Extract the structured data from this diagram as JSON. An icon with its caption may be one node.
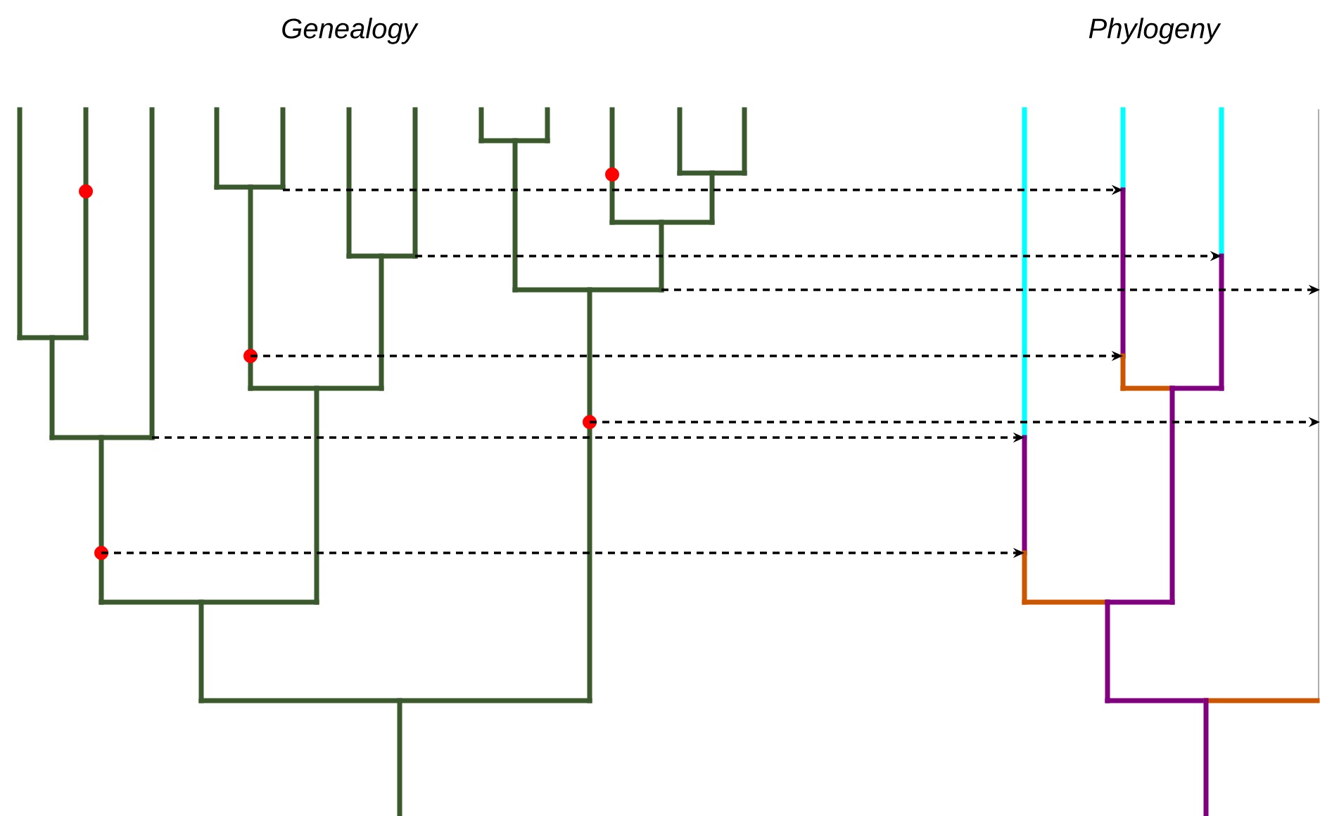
{
  "diagram": {
    "nodes": [
      {
        "text": [],
        "shape": "tree"
      },
      {
        "text": [],
        "shape": "tree"
      }
    ],
    "edges": [
      {
        "from": 0,
        "to": 1,
        "arrow": "to",
        "style": "dashed"
      },
      {
        "from": 0,
        "to": 1,
        "arrow": "to",
        "style": "dashed"
      },
      {
        "from": 0,
        "to": 1,
        "arrow": "to",
        "style": "dashed"
      },
      {
        "from": 0,
        "to": 1,
        "arrow": "to",
        "style": "dashed"
      },
      {
        "from": 0,
        "to": 1,
        "arrow": "to",
        "style": "dashed"
      },
      {
        "from": 0,
        "to": 1,
        "arrow": "to",
        "style": "dashed"
      },
      {
        "from": 0,
        "to": 1,
        "arrow": "to",
        "style": "dashed"
      }
    ],
    "labels": [
      "Genealogy",
      "Phylogeny"
    ]
  }
}
